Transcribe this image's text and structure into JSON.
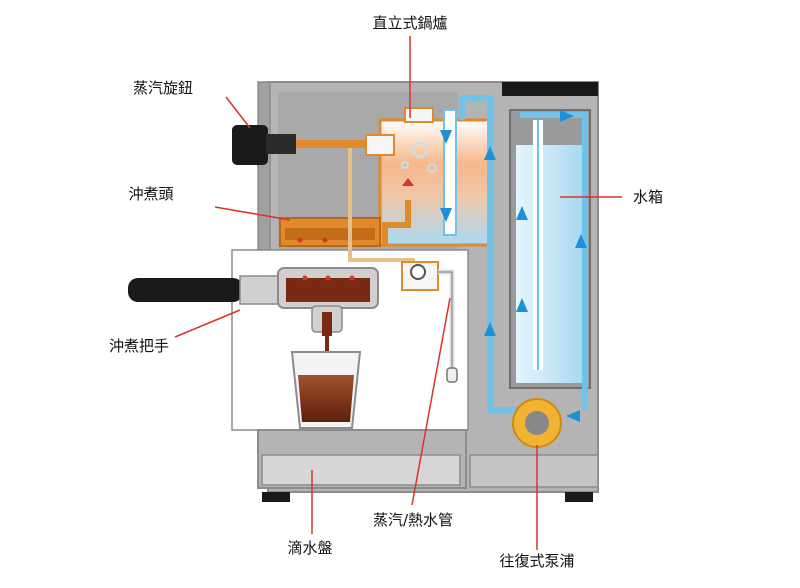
{
  "labels": {
    "boiler": "直立式鍋爐",
    "steam_knob": "蒸汽旋鈕",
    "group_head": "沖煮頭",
    "water_tank": "水箱",
    "portafilter": "沖煮把手",
    "steam_wand": "蒸汽/熱水管",
    "drip_tray": "滴水盤",
    "pump": "往復式泵浦"
  },
  "colors": {
    "body": "#b4b4b4",
    "body_edge": "#8c8c8c",
    "copper": "#e08a2c",
    "coffee": "#7a2a12",
    "water": "#bfe2f3",
    "pipe": "#6ec3e6",
    "arrow": "#1e90d6",
    "leader_line": "#d9342b",
    "pump_ring": "#f2b233",
    "dark": "#1a1a1a"
  }
}
